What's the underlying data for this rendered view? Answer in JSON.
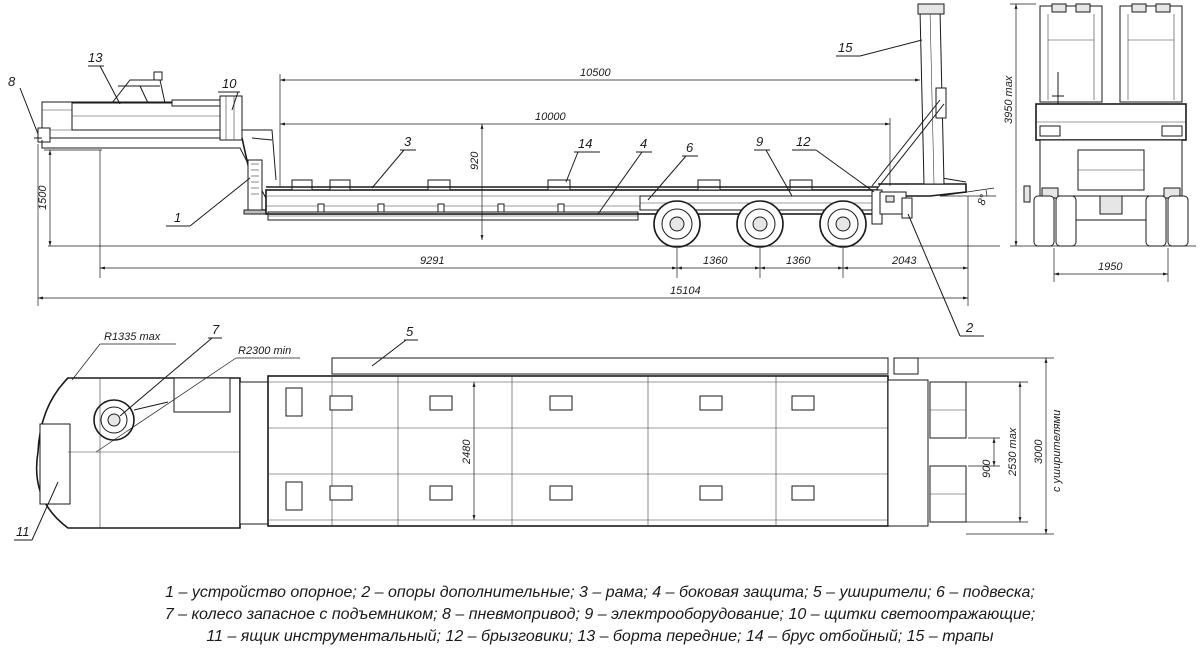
{
  "dimensions": {
    "d10500": "10500",
    "d10000": "10000",
    "d920": "920",
    "d1500": "1500",
    "d9291": "9291",
    "d1360a": "1360",
    "d1360b": "1360",
    "d2043": "2043",
    "d15104": "15104",
    "angle8": "8°",
    "d3950": "3950 max",
    "d1950": "1950",
    "r1335": "R1335 max",
    "r2300": "R2300 min",
    "d2480": "2480",
    "d900": "900",
    "d2530": "2530 max",
    "d3000": "3000",
    "d3000note": "с уширителями"
  },
  "callouts": {
    "c1": "1",
    "c2": "2",
    "c3": "3",
    "c4": "4",
    "c5": "5",
    "c6": "6",
    "c7": "7",
    "c8": "8",
    "c9": "9",
    "c10": "10",
    "c11": "11",
    "c12": "12",
    "c13": "13",
    "c14": "14",
    "c15": "15"
  },
  "legend": {
    "line1": "1 – устройство опорное; 2 – опоры дополнительные; 3 – рама; 4 – боковая защита; 5 – уширители; 6 – подвеска;",
    "line2": "7 – колесо запасное с подъемником; 8 – пневмопривод; 9 – электрооборудование; 10 – щитки светоотражающие;",
    "line3": "11 – ящик инструментальный; 12 – брызговики; 13 – борта передние; 14 – брус отбойный; 15 – трапы"
  }
}
